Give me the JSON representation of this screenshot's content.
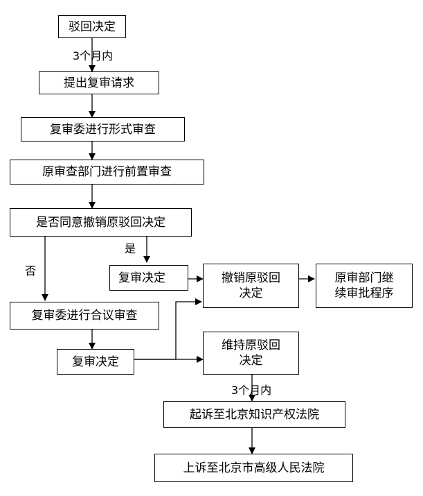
{
  "nodes": {
    "reject_decision": "驳回决定",
    "request_review": "提出复审请求",
    "formal_exam": "复审委进行形式审查",
    "pre_exam": "原审查部门进行前置审查",
    "agree_revoke": "是否同意撤销原驳回决定",
    "review_decision_1": "复审决定",
    "revoke_line1": "撤销原驳回",
    "revoke_line2": "决定",
    "continue_line1": "原审部门继",
    "continue_line2": "续审批程序",
    "collegial_exam": "复审委进行合议审查",
    "review_decision_2": "复审决定",
    "maintain_line1": "维持原驳回",
    "maintain_line2": "决定",
    "sue_ip_court": "起诉至北京知识产权法院",
    "appeal_high_court": "上诉至北京市高级人民法院"
  },
  "edge_labels": {
    "within_3_months_1": "3个月内",
    "yes": "是",
    "no": "否",
    "within_3_months_2": "3个月内"
  }
}
